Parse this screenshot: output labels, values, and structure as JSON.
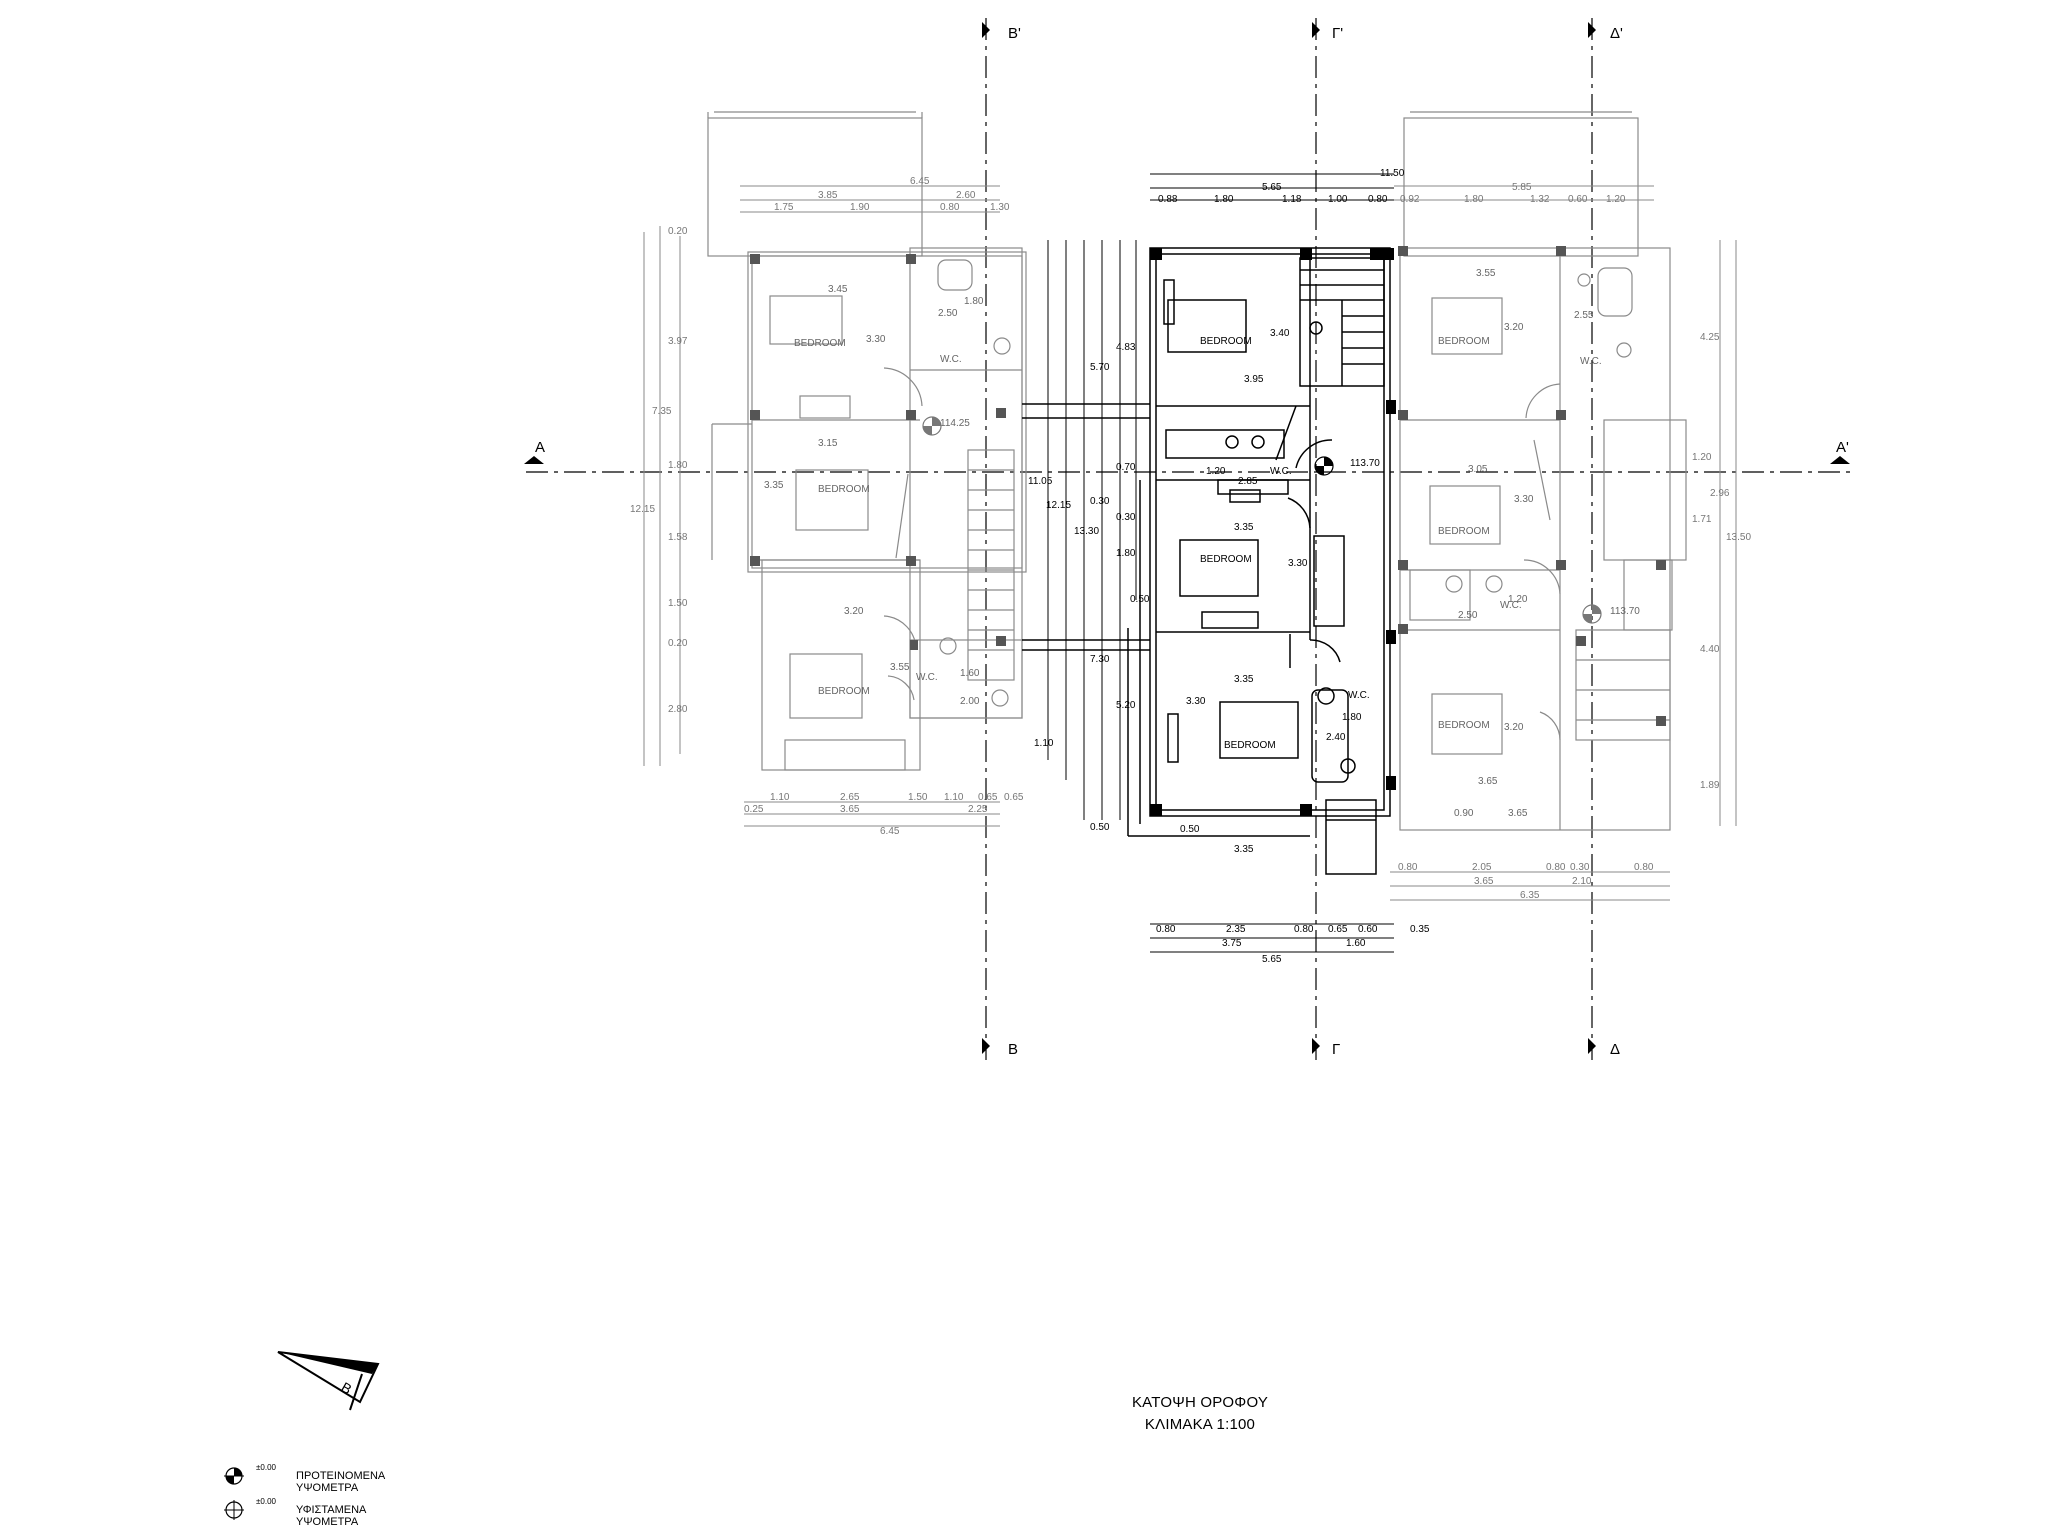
{
  "section_lines": {
    "b_top": "Β'",
    "b_bottom": "Β",
    "g_top": "Γ'",
    "g_bottom": "Γ",
    "d_top": "Δ'",
    "d_bottom": "Δ",
    "a_left": "Α",
    "a_right": "Α'"
  },
  "rooms": {
    "bedroom": "BEDROOM",
    "wc": "W.C."
  },
  "levels": {
    "left_unit": "114.25",
    "center_unit": "113.70",
    "right_unit": "113.70"
  },
  "dimensions": {
    "left": {
      "top_overall": "6.45",
      "top_a": "3.85",
      "top_b": "2.60",
      "top_c": "1.75",
      "top_d": "1.90",
      "top_e": "0.80",
      "top_f": "1.30",
      "room1_w": "3.45",
      "room1_h": "3.30",
      "room2_w": "3.15",
      "room2_h": "3.35",
      "room3_w": "3.20",
      "wc1_w": "1.80",
      "wc1_h": "2.50",
      "wc2_h": "3.55",
      "wc2_w": "1.60",
      "wc2_d": "2.00",
      "side_a": "0.20",
      "side_b": "3.97",
      "side_c": "7.35",
      "side_d": "1.80",
      "side_e": "1.58",
      "side_f": "12.15",
      "side_g": "1.50",
      "side_h": "0.20",
      "side_i": "2.80",
      "bot_a": "1.10",
      "bot_b": "2.65",
      "bot_c": "1.50",
      "bot_d": "1.10",
      "bot_e": "0.65",
      "bot_f": "0.65",
      "bot_g": "0.25",
      "bot_h": "3.65",
      "bot_i": "2.25",
      "bot_overall": "6.45"
    },
    "center": {
      "top_overall": "11.50",
      "top_a": "5.65",
      "top_b": "0.88",
      "top_c": "1.80",
      "top_d": "1.18",
      "top_e": "1.00",
      "top_f": "0.80",
      "v_a": "11.05",
      "v_b": "12.15",
      "v_c": "13.30",
      "v_d": "5.70",
      "v_e": "4.83",
      "v_f": "0.70",
      "v_g": "0.30",
      "v_h": "0.30",
      "v_i": "1.80",
      "v_j": "0.50",
      "v_k": "7.30",
      "v_l": "5.20",
      "v_m": "1.10",
      "v_n": "0.50",
      "room1_h": "3.40",
      "room1_w": "3.95",
      "wc_w": "1.20",
      "wc_d": "2.85",
      "room2_w": "3.35",
      "room2_h": "3.30",
      "room3_w": "3.35",
      "room3_h": "3.30",
      "bath_w": "1.80",
      "bath_h": "2.40",
      "bot_a": "0.50",
      "bot_b": "3.35",
      "b1": "0.80",
      "b2": "2.35",
      "b3": "0.80",
      "b4": "0.65",
      "b5": "0.60",
      "b6": "0.35",
      "b7": "3.75",
      "b8": "1.60",
      "b9": "5.65"
    },
    "right": {
      "top_a": "5.85",
      "top_b": "0.92",
      "top_c": "1.80",
      "top_d": "1.32",
      "top_e": "0.60",
      "top_f": "1.20",
      "room1_w": "3.55",
      "room1_h": "3.20",
      "wc1_w": "2.55",
      "room2_w": "3.05",
      "room2_h": "3.30",
      "wc2_w": "1.20",
      "wc2_d": "2.50",
      "room3_w": "3.65",
      "room3_h": "3.20",
      "room3_b": "3.65",
      "room3_c": "0.90",
      "side_a": "4.25",
      "side_b": "1.20",
      "side_c": "2.96",
      "side_d": "1.71",
      "side_e": "13.50",
      "side_f": "4.40",
      "side_g": "1.89",
      "bot_a": "0.80",
      "bot_b": "2.05",
      "bot_c": "0.80",
      "bot_d": "0.30",
      "bot_e": "0.80",
      "bot_f": "3.65",
      "bot_g": "2.10",
      "bot_h": "6.35"
    }
  },
  "north": {
    "label": "B"
  },
  "title": {
    "line1": "ΚΑΤΟΨΗ ΟΡΟΦΟΥ",
    "line2": "ΚΛΙΜΑΚΑ 1:100"
  },
  "legend": [
    {
      "level": "±0.00",
      "label": "ΠΡΟΤΕΙΝΟΜΕΝΑ ΥΨΟΜΕΤΡΑ",
      "icon": "proposed-level-icon"
    },
    {
      "level": "±0.00",
      "label": "ΥΦΙΣΤΑΜΕΝΑ ΥΨΟΜΕΤΡΑ",
      "icon": "existing-level-icon"
    }
  ]
}
